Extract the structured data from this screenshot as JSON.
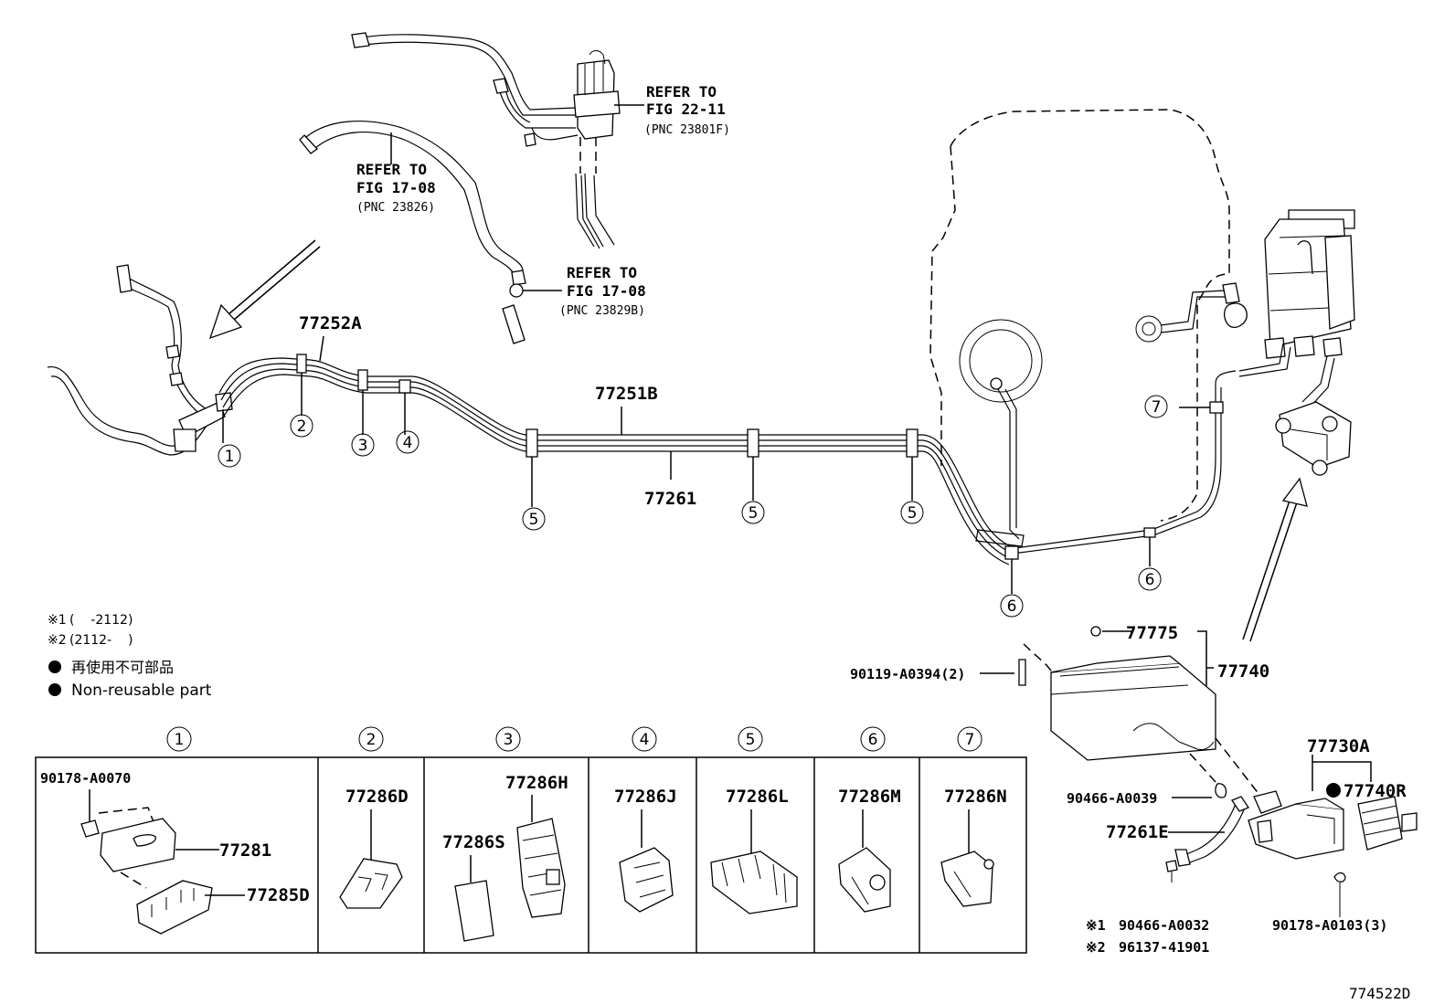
{
  "refs": {
    "ref1": {
      "line1": "REFER TO",
      "line2": "FIG 22-11",
      "line3": "(PNC 23801F)"
    },
    "ref2": {
      "line1": "REFER TO",
      "line2": "FIG 17-08",
      "line3": "(PNC 23826)"
    },
    "ref3": {
      "line1": "REFER TO",
      "line2": "FIG 17-08",
      "line3": "(PNC 23829B)"
    }
  },
  "parts": {
    "p77252A": "77252A",
    "p77251B": "77251B",
    "p77261": "77261",
    "p77775": "77775",
    "p77740": "77740",
    "p90119": "90119-A0394(2)",
    "p77730A": "77730A",
    "p77740R": "77740R",
    "p90466a": "90466-A0039",
    "p77261E": "77261E",
    "p90466b": "90466-A0032",
    "p96137": "96137-41901",
    "p90178b": "90178-A0103(3)"
  },
  "callouts": {
    "c1": "1",
    "c2": "2",
    "c3": "3",
    "c4": "4",
    "c5": "5",
    "c6": "6",
    "c7": "7"
  },
  "notes": {
    "note1_mark": "※1",
    "note1_text": "(    -2112)",
    "note2_mark": "※2",
    "note2_text": "(2112-    )",
    "nr_jp": "再使用不可部品",
    "nr_en": "Non-reusable part",
    "mark1": "※1",
    "mark2": "※2"
  },
  "table": {
    "headers": [
      "1",
      "2",
      "3",
      "4",
      "5",
      "6",
      "7"
    ],
    "col1": {
      "a": "90178-A0070",
      "b": "77281",
      "c": "77285D"
    },
    "col2": "77286D",
    "col3": {
      "a": "77286H",
      "b": "77286S"
    },
    "col4": "77286J",
    "col5": "77286L",
    "col6": "77286M",
    "col7": "77286N"
  },
  "figure_id": "774522D"
}
